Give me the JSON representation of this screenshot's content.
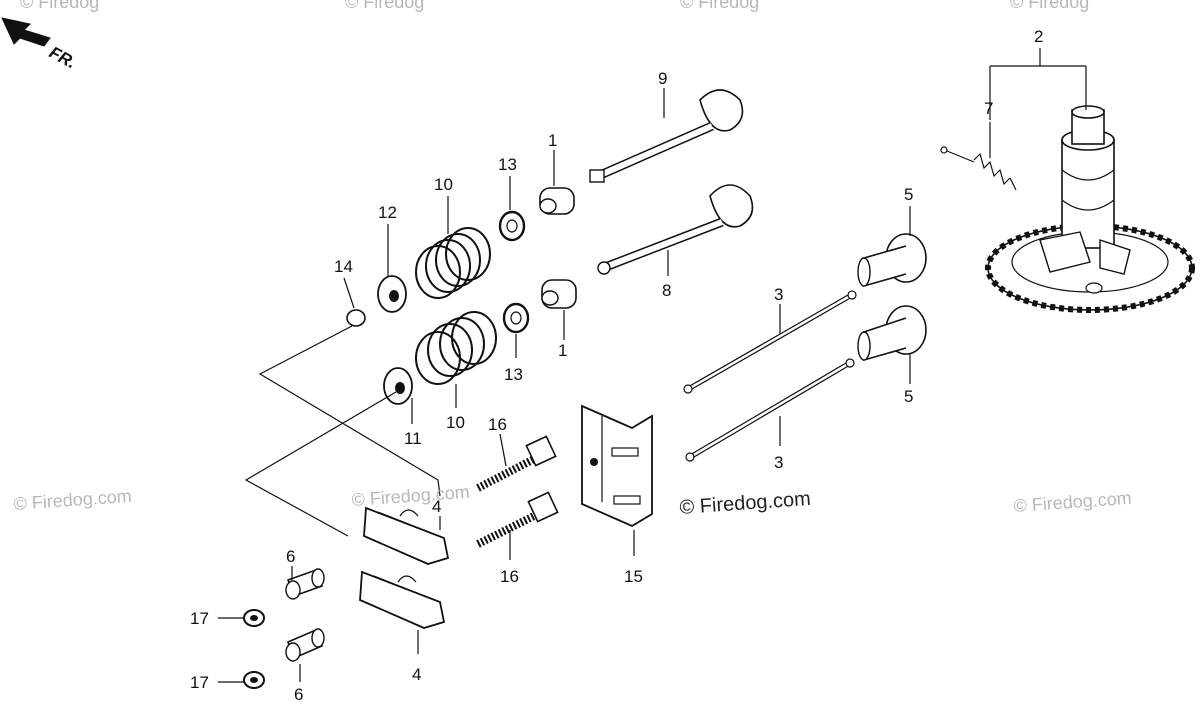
{
  "watermarks": {
    "main": "© Firedog.com",
    "left": "© Firedog.com",
    "center": "© Firedog.com",
    "right": "© Firedog.com",
    "top_1": "© Firedog",
    "top_2": "© Firedog",
    "top_3": "© Firedog",
    "top_4": "© Firedog"
  },
  "direction": {
    "label": "FR."
  },
  "callouts": {
    "c2": "2",
    "c7": "7",
    "c9": "9",
    "c8": "8",
    "c1a": "1",
    "c1b": "1",
    "c13a": "13",
    "c13b": "13",
    "c10a": "10",
    "c10b": "10",
    "c12": "12",
    "c11": "11",
    "c14": "14",
    "c5a": "5",
    "c5b": "5",
    "c3a": "3",
    "c3b": "3",
    "c16a": "16",
    "c16b": "16",
    "c15": "15",
    "c4a": "4",
    "c4b": "4",
    "c6a": "6",
    "c6b": "6",
    "c17a": "17",
    "c17b": "17"
  }
}
